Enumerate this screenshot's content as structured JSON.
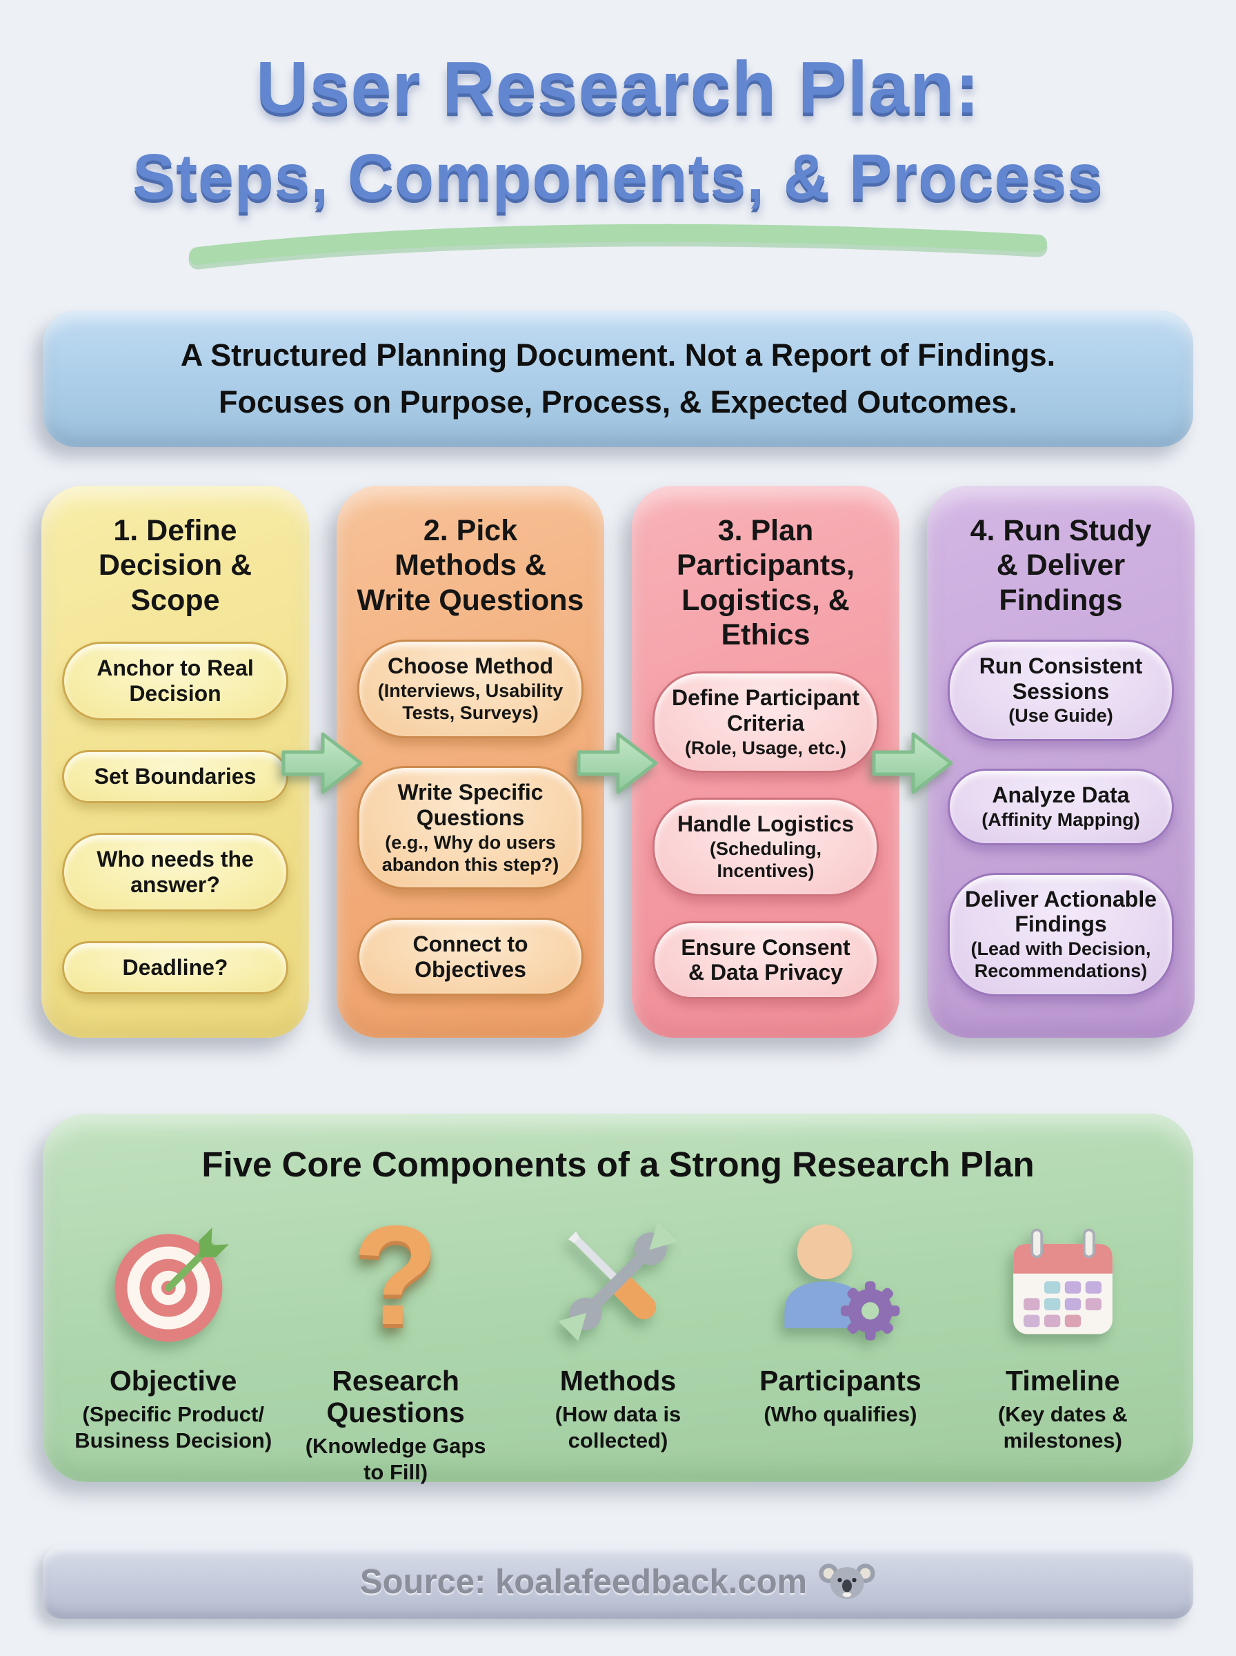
{
  "title": {
    "line1": "User Research Plan:",
    "line2": "Steps, Components, & Process"
  },
  "banner": {
    "text": "A Structured Planning Document. Not a Report of Findings.\nFocuses on Purpose, Process, & Expected Outcomes."
  },
  "steps": [
    {
      "title": "1. Define\nDecision &\nScope",
      "color": "#f2e28f",
      "pills": [
        {
          "main": "Anchor to Real\nDecision"
        },
        {
          "main": "Set Boundaries"
        },
        {
          "main": "Who needs the\nanswer?"
        },
        {
          "main": "Deadline?"
        }
      ]
    },
    {
      "title": "2. Pick\nMethods &\nWrite Questions",
      "color": "#f3ae7c",
      "pills": [
        {
          "main": "Choose Method",
          "sub": "(Interviews, Usability\nTests, Surveys)"
        },
        {
          "main": "Write Specific\nQuestions",
          "sub": "(e.g., Why do users\nabandon this step?)"
        },
        {
          "main": "Connect to\nObjectives"
        }
      ]
    },
    {
      "title": "3. Plan\nParticipants,\nLogistics, &\nEthics",
      "color": "#f49ba3",
      "pills": [
        {
          "main": "Define Participant\nCriteria",
          "sub": "(Role, Usage, etc.)"
        },
        {
          "main": "Handle Logistics",
          "sub": "(Scheduling,\nIncentives)"
        },
        {
          "main": "Ensure Consent\n& Data Privacy"
        }
      ]
    },
    {
      "title": "4. Run Study\n& Deliver\nFindings",
      "color": "#c7a7da",
      "pills": [
        {
          "main": "Run Consistent\nSessions",
          "sub": "(Use Guide)"
        },
        {
          "main": "Analyze Data",
          "sub": "(Affinity Mapping)"
        },
        {
          "main": "Deliver Actionable\nFindings",
          "sub": "(Lead with Decision,\nRecommendations)"
        }
      ]
    }
  ],
  "components": {
    "title": "Five Core Components of a Strong Research Plan",
    "items": [
      {
        "icon": "target-icon",
        "label": "Objective",
        "sub": "(Specific Product/\nBusiness Decision)"
      },
      {
        "icon": "question-mark-icon",
        "label": "Research\nQuestions",
        "sub": "(Knowledge Gaps\nto Fill)",
        "glyph": "?"
      },
      {
        "icon": "tools-icon",
        "label": "Methods",
        "sub": "(How data is\ncollected)"
      },
      {
        "icon": "person-gear-icon",
        "label": "Participants",
        "sub": "(Who qualifies)"
      },
      {
        "icon": "calendar-icon",
        "label": "Timeline",
        "sub": "(Key dates &\nmilestones)"
      }
    ]
  },
  "footer": {
    "text": "Source: koalafeedback.com",
    "icon": "koala-icon"
  },
  "palette": {
    "background": "#edf0f5",
    "title_blue": "#6287d0",
    "underline_green": "#a9d9ab",
    "banner_blue": "#aecfe9",
    "step_yellow": "#f2e28f",
    "step_orange": "#f3ae7c",
    "step_pink": "#f49ba3",
    "step_purple": "#c7a7da",
    "arrow_green": "#a9dcb1",
    "panel_green": "#aed6ad",
    "footer_bar": "#c6ccdd",
    "footer_text": "#8b8f9c"
  }
}
